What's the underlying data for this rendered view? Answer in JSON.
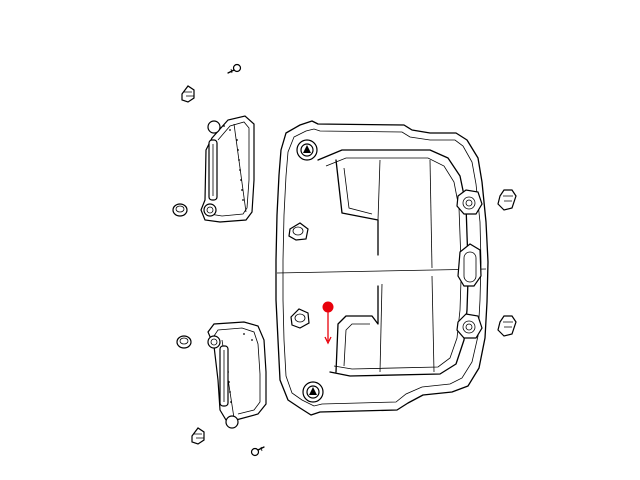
{
  "diagram": {
    "type": "exploded-parts-diagram",
    "subject": "headliner",
    "background": "#ffffff",
    "line_color": "#000000",
    "highlight_color": "#e8000b",
    "parts": [
      {
        "name": "headliner-panel",
        "shown": true
      },
      {
        "name": "sun-visor-upper",
        "shown": true
      },
      {
        "name": "sun-visor-lower",
        "shown": true
      },
      {
        "name": "grab-handle-clip",
        "count": 4
      },
      {
        "name": "retainer-clip",
        "count": 4
      },
      {
        "name": "screw",
        "count": 2
      },
      {
        "name": "visor-mount-bracket",
        "count": 2
      },
      {
        "name": "push-pin-retainer",
        "count": 2
      }
    ],
    "highlight_marker": {
      "shape": "dot-with-arrow",
      "direction": "down"
    }
  }
}
